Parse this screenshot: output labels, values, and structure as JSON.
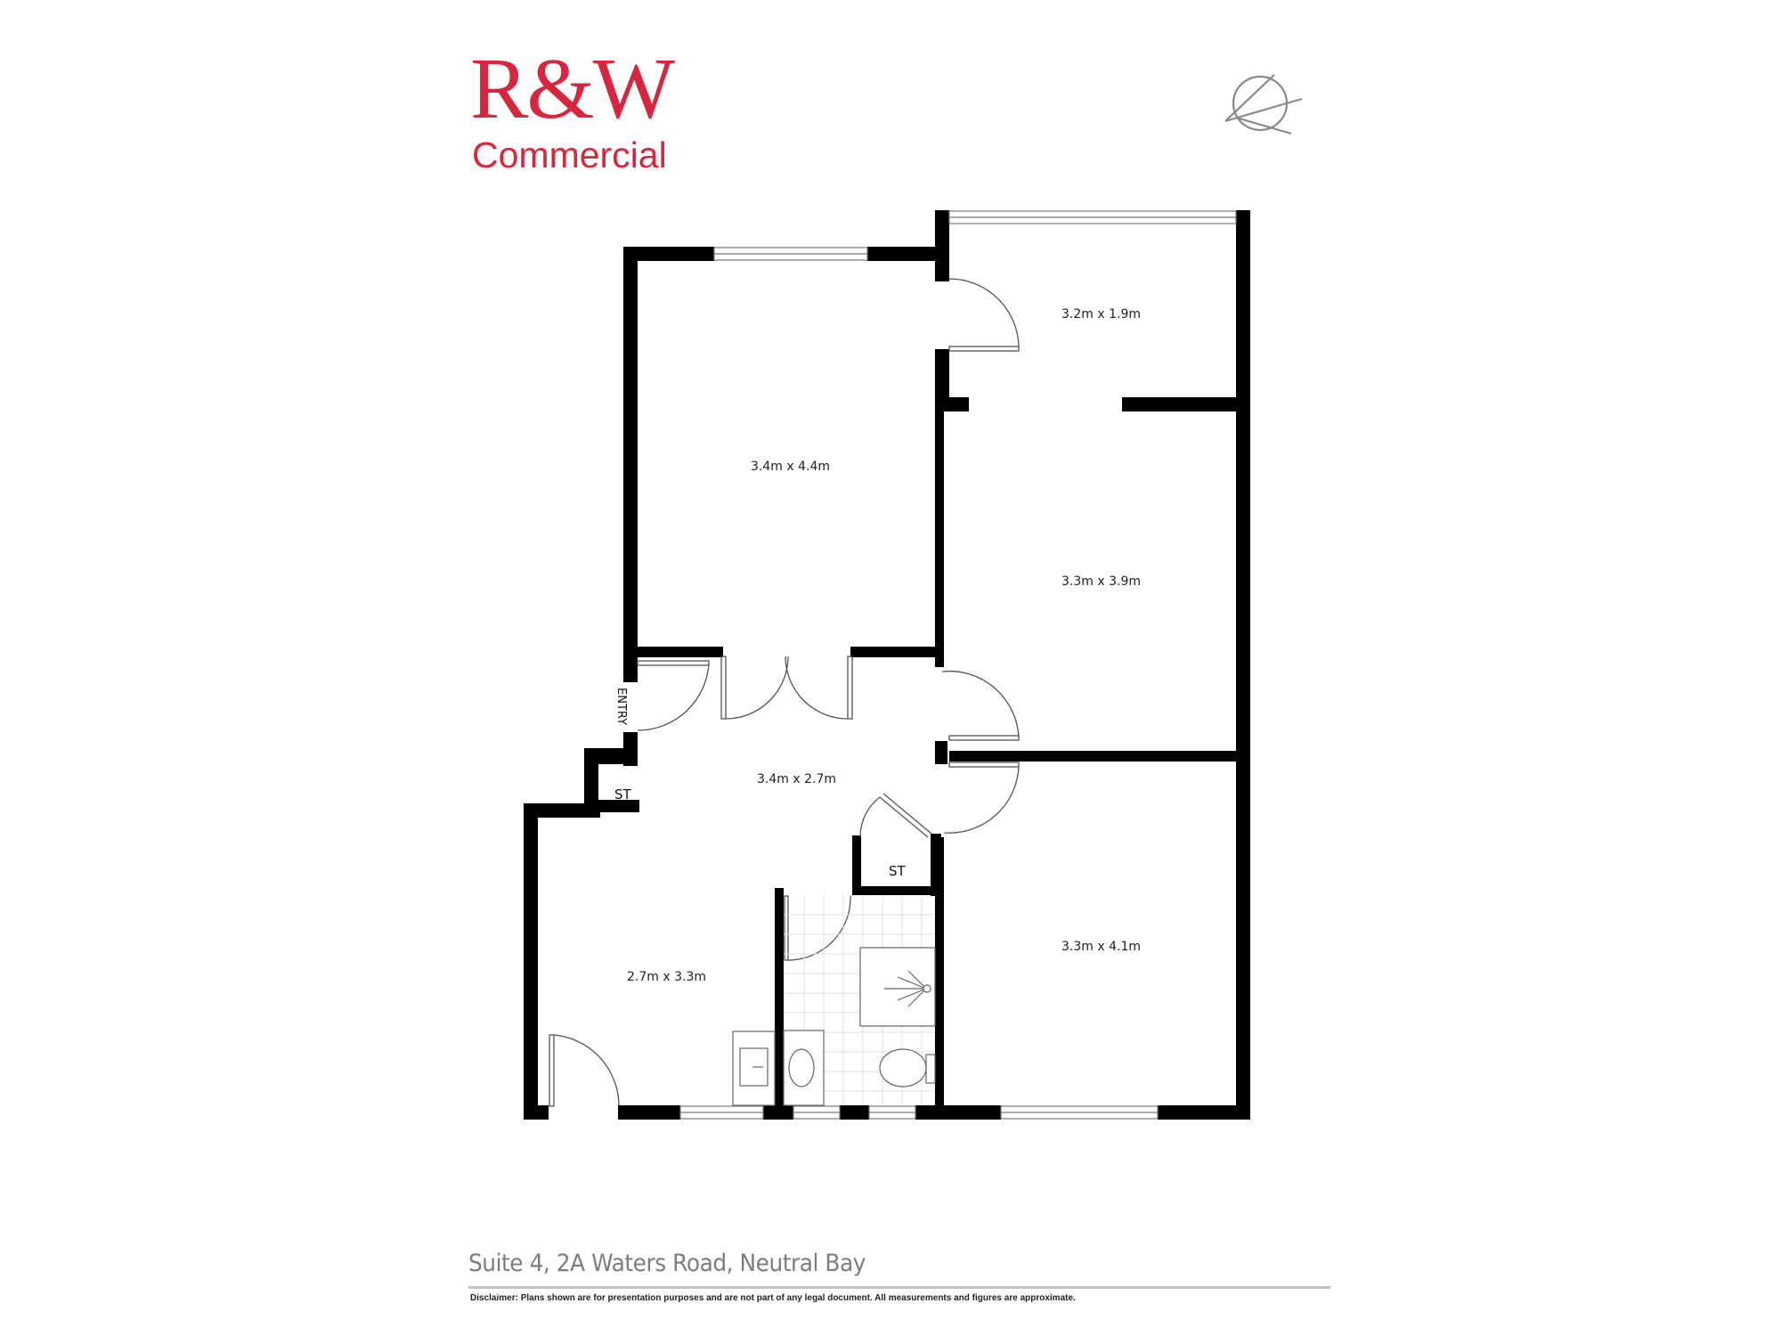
{
  "brand": {
    "name": "R&W",
    "division": "Commercial",
    "color": "#d7263d"
  },
  "compass": {
    "icon": "north-arrow-icon",
    "color": "#8a8a8a"
  },
  "floorplan": {
    "wall_color": "#000000",
    "rooms": [
      {
        "id": "room-top-right",
        "label": "3.2m x 1.9m"
      },
      {
        "id": "room-top-left",
        "label": "3.4m x 4.4m"
      },
      {
        "id": "room-mid-right",
        "label": "3.3m x 3.9m"
      },
      {
        "id": "room-lobby",
        "label": "3.4m x 2.7m"
      },
      {
        "id": "room-bottom-left",
        "label": "2.7m x 3.3m"
      },
      {
        "id": "room-bottom-right",
        "label": "3.3m x 4.1m"
      }
    ],
    "entry_label": "ENTRY",
    "storage_labels": [
      "ST",
      "ST"
    ]
  },
  "footer": {
    "address": "Suite 4, 2A Waters Road, Neutral Bay",
    "disclaimer": "Disclaimer: Plans shown are for presentation purposes and are not part of any legal document. All measurements and figures are approximate."
  }
}
